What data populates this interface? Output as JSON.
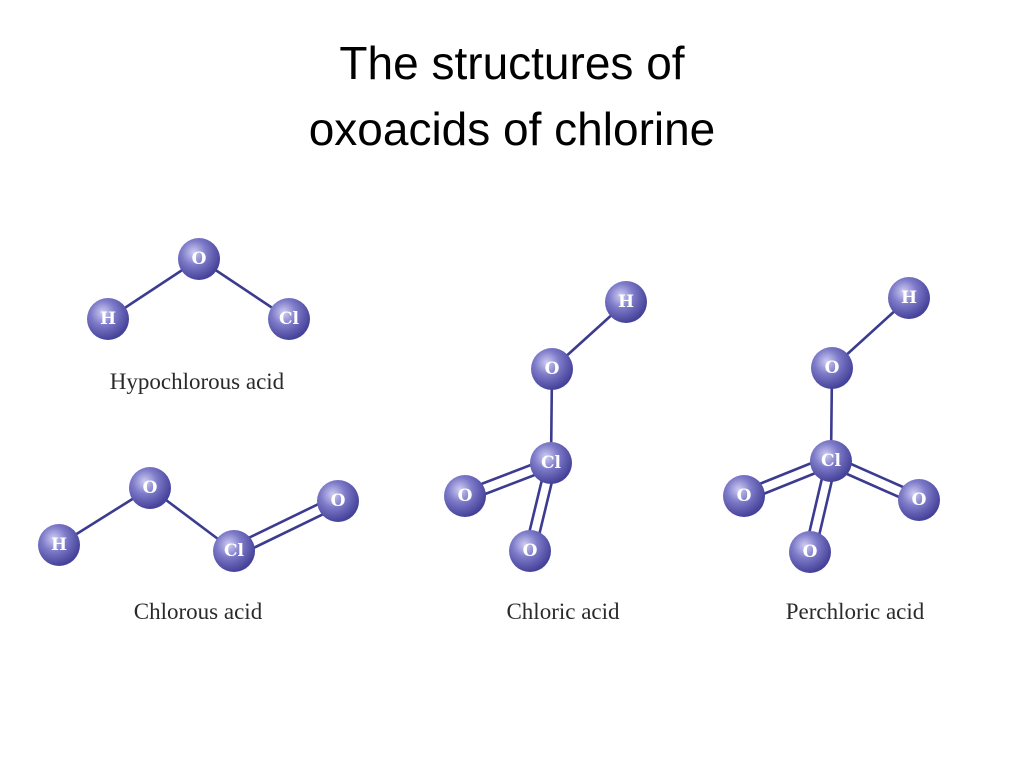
{
  "title": {
    "line1": "The structures of",
    "line2": "oxoacids of chlorine"
  },
  "atom_fill": {
    "light": "#cfcdf2",
    "mid": "#7e7bc9",
    "dark": "#45429a",
    "bond": "#3b3b8f"
  },
  "molecules": [
    {
      "name": "Hypochlorous acid",
      "atoms": {
        "o1": "O",
        "h": "H",
        "cl": "Cl"
      }
    },
    {
      "name": "Chlorous acid",
      "atoms": {
        "o1": "O",
        "h": "H",
        "cl": "Cl",
        "o2": "O"
      }
    },
    {
      "name": "Chloric acid",
      "atoms": {
        "h": "H",
        "o1": "O",
        "cl": "Cl",
        "o2": "O",
        "o3": "O"
      }
    },
    {
      "name": "Perchloric acid",
      "atoms": {
        "h": "H",
        "o1": "O",
        "cl": "Cl",
        "o2": "O",
        "o3": "O",
        "o4": "O"
      }
    }
  ]
}
